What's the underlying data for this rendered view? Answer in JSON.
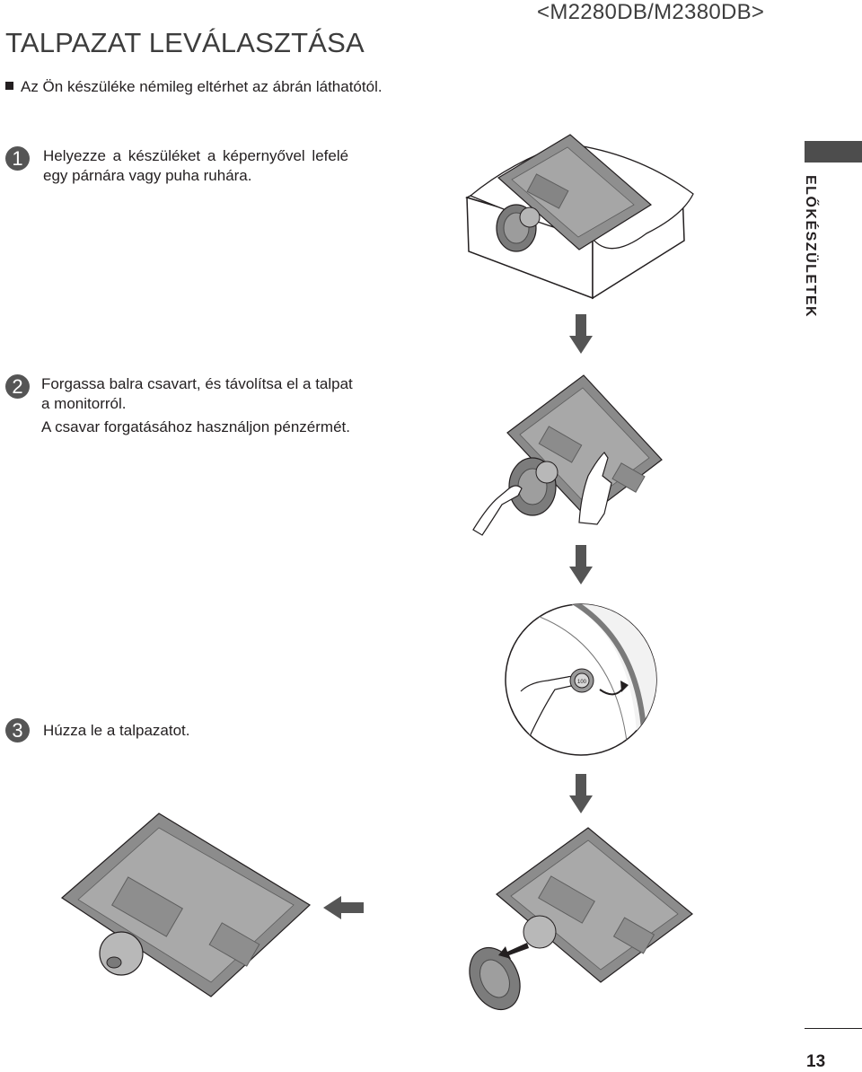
{
  "header": {
    "title": "TALPAZAT LEVÁLASZTÁSA",
    "model": "<M2280DB/M2380DB>"
  },
  "note": "Az Ön készüléke némileg eltérhet az ábrán láthatótól.",
  "steps": [
    {
      "number": "1",
      "lines": [
        "Helyezze a készüléket a képernyővel lefelé",
        "egy párnára vagy puha ruhára."
      ]
    },
    {
      "number": "2",
      "lines": [
        "Forgassa balra csavart, és távolítsa el a talpat",
        "a monitorról.",
        "A csavar forgatásához használjon pénzérmét."
      ]
    },
    {
      "number": "3",
      "lines": [
        "Húzza le a talpazatot."
      ]
    }
  ],
  "sidebar": {
    "section_label": "ELŐKÉSZÜLETEK"
  },
  "figure_labels": {
    "coin": "100"
  },
  "footer": {
    "page_number": "13"
  },
  "colors": {
    "number_circle": "#555555",
    "sidebar_bar": "#4d4d4d",
    "arrow": "#555555"
  }
}
